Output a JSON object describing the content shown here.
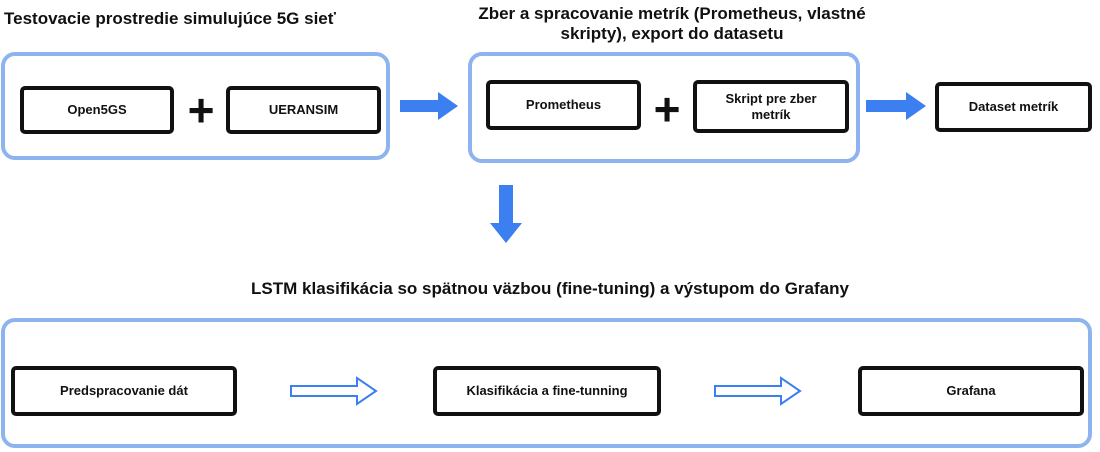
{
  "stage1": {
    "title": "Testovacie prostredie simulujúce 5G sieť",
    "box_a": "Open5GS",
    "plus": "+",
    "box_b": "UERANSIM"
  },
  "stage2": {
    "title": "Zber a spracovanie metrík (Prometheus, vlastné skripty), export do datasetu",
    "box_a": "Prometheus",
    "plus": "+",
    "box_b": "Skript pre zber metrík"
  },
  "output": {
    "box": "Dataset metrík"
  },
  "stage3": {
    "title": "LSTM klasifikácia so spätnou väzbou (fine-tuning) a výstupom do Grafany",
    "box_a": "Predspracovanie dát",
    "box_b": "Klasifikácia a fine-tunning",
    "box_c": "Grafana"
  },
  "colors": {
    "group_border": "#8db4ee",
    "arrow_fill": "#3b7ff0",
    "arrow_outline": "#3b7ff0",
    "box_border": "#111111"
  }
}
